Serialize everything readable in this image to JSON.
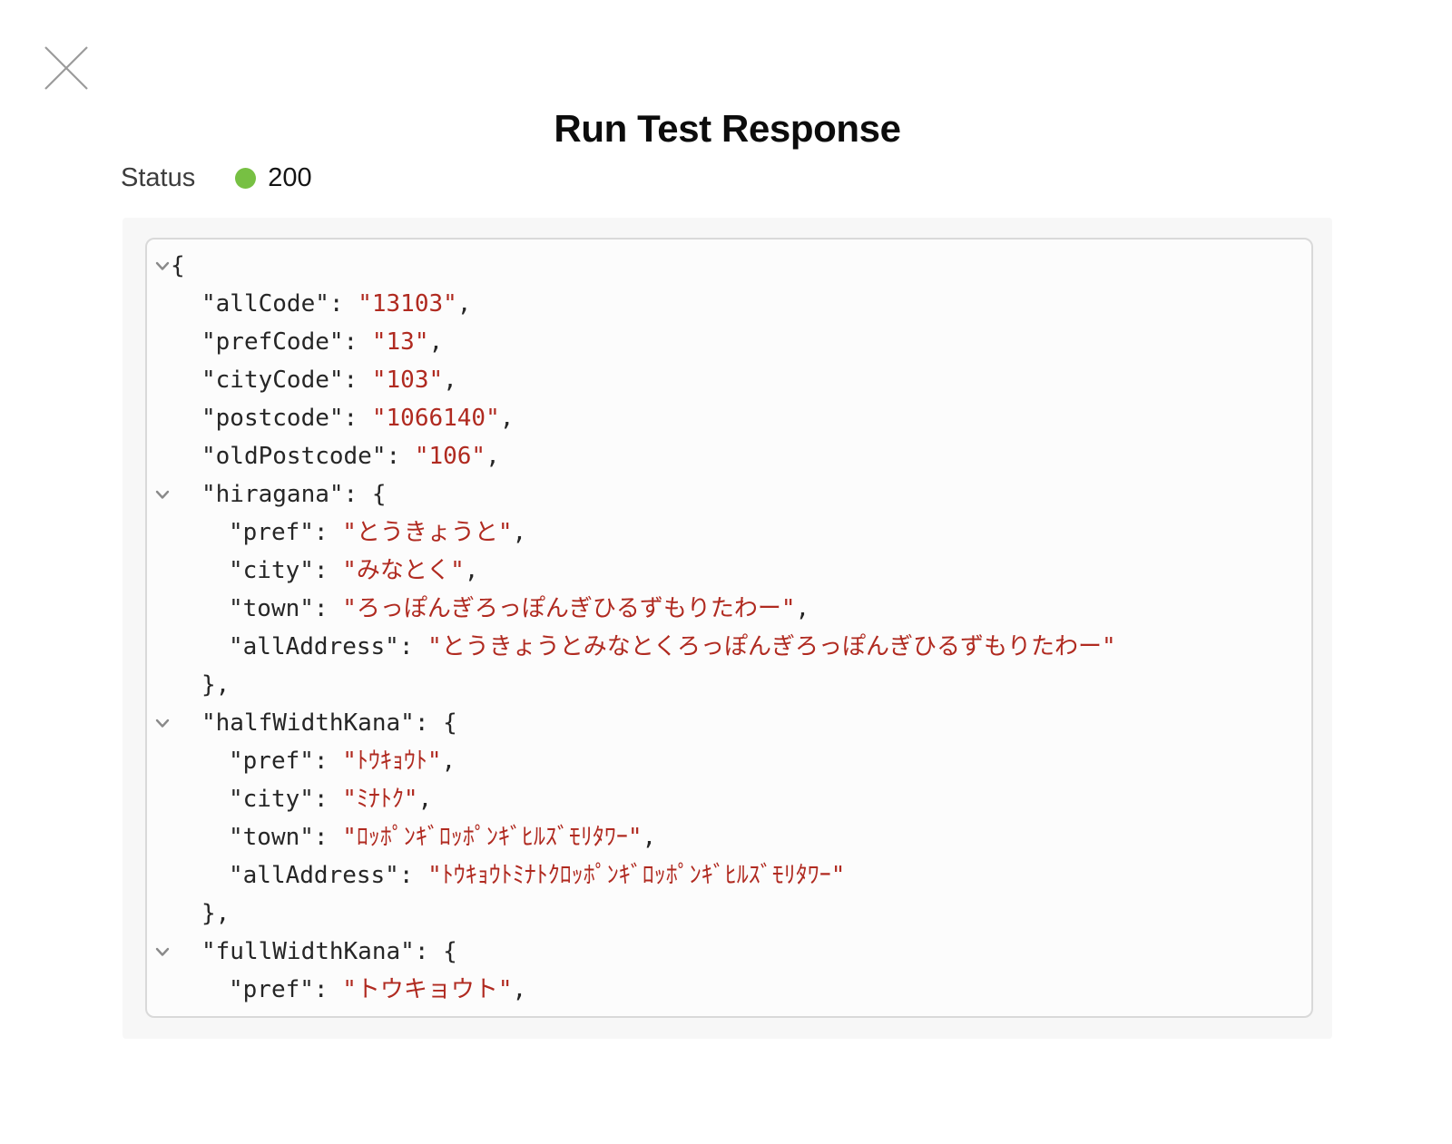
{
  "modal": {
    "title": "Run Test Response"
  },
  "status": {
    "label": "Status",
    "code": "200",
    "dot_color": "#77c043"
  },
  "colors": {
    "string_value": "#b02a20",
    "key_text": "#262626",
    "panel_border": "#d9d9d9",
    "outer_background": "#f7f7f7",
    "chevron": "#8a8a8a"
  },
  "response_viewer": {
    "lines": [
      {
        "indent": 0,
        "chevron": true,
        "segments": [
          {
            "type": "punct",
            "text": "{"
          }
        ]
      },
      {
        "indent": 1,
        "chevron": false,
        "segments": [
          {
            "type": "key",
            "text": "\"allCode\""
          },
          {
            "type": "punct",
            "text": ": "
          },
          {
            "type": "str",
            "text": "\"13103\""
          },
          {
            "type": "punct",
            "text": ","
          }
        ]
      },
      {
        "indent": 1,
        "chevron": false,
        "segments": [
          {
            "type": "key",
            "text": "\"prefCode\""
          },
          {
            "type": "punct",
            "text": ": "
          },
          {
            "type": "str",
            "text": "\"13\""
          },
          {
            "type": "punct",
            "text": ","
          }
        ]
      },
      {
        "indent": 1,
        "chevron": false,
        "segments": [
          {
            "type": "key",
            "text": "\"cityCode\""
          },
          {
            "type": "punct",
            "text": ": "
          },
          {
            "type": "str",
            "text": "\"103\""
          },
          {
            "type": "punct",
            "text": ","
          }
        ]
      },
      {
        "indent": 1,
        "chevron": false,
        "segments": [
          {
            "type": "key",
            "text": "\"postcode\""
          },
          {
            "type": "punct",
            "text": ": "
          },
          {
            "type": "str",
            "text": "\"1066140\""
          },
          {
            "type": "punct",
            "text": ","
          }
        ]
      },
      {
        "indent": 1,
        "chevron": false,
        "segments": [
          {
            "type": "key",
            "text": "\"oldPostcode\""
          },
          {
            "type": "punct",
            "text": ": "
          },
          {
            "type": "str",
            "text": "\"106\""
          },
          {
            "type": "punct",
            "text": ","
          }
        ]
      },
      {
        "indent": 1,
        "chevron": true,
        "segments": [
          {
            "type": "key",
            "text": "\"hiragana\""
          },
          {
            "type": "punct",
            "text": ": {"
          }
        ]
      },
      {
        "indent": 2,
        "chevron": false,
        "segments": [
          {
            "type": "key",
            "text": "\"pref\""
          },
          {
            "type": "punct",
            "text": ": "
          },
          {
            "type": "str",
            "text": "\"とうきょうと\""
          },
          {
            "type": "punct",
            "text": ","
          }
        ]
      },
      {
        "indent": 2,
        "chevron": false,
        "segments": [
          {
            "type": "key",
            "text": "\"city\""
          },
          {
            "type": "punct",
            "text": ": "
          },
          {
            "type": "str",
            "text": "\"みなとく\""
          },
          {
            "type": "punct",
            "text": ","
          }
        ]
      },
      {
        "indent": 2,
        "chevron": false,
        "segments": [
          {
            "type": "key",
            "text": "\"town\""
          },
          {
            "type": "punct",
            "text": ": "
          },
          {
            "type": "str",
            "text": "\"ろっぽんぎろっぽんぎひるずもりたわー\""
          },
          {
            "type": "punct",
            "text": ","
          }
        ]
      },
      {
        "indent": 2,
        "chevron": false,
        "segments": [
          {
            "type": "key",
            "text": "\"allAddress\""
          },
          {
            "type": "punct",
            "text": ": "
          },
          {
            "type": "str",
            "text": "\"とうきょうとみなとくろっぽんぎろっぽんぎひるずもりたわー\""
          }
        ]
      },
      {
        "indent": 1,
        "chevron": false,
        "segments": [
          {
            "type": "punct",
            "text": "},"
          }
        ]
      },
      {
        "indent": 1,
        "chevron": true,
        "segments": [
          {
            "type": "key",
            "text": "\"halfWidthKana\""
          },
          {
            "type": "punct",
            "text": ": {"
          }
        ]
      },
      {
        "indent": 2,
        "chevron": false,
        "segments": [
          {
            "type": "key",
            "text": "\"pref\""
          },
          {
            "type": "punct",
            "text": ": "
          },
          {
            "type": "str",
            "text": "\"ﾄｳｷｮｳﾄ\""
          },
          {
            "type": "punct",
            "text": ","
          }
        ]
      },
      {
        "indent": 2,
        "chevron": false,
        "segments": [
          {
            "type": "key",
            "text": "\"city\""
          },
          {
            "type": "punct",
            "text": ": "
          },
          {
            "type": "str",
            "text": "\"ﾐﾅﾄｸ\""
          },
          {
            "type": "punct",
            "text": ","
          }
        ]
      },
      {
        "indent": 2,
        "chevron": false,
        "segments": [
          {
            "type": "key",
            "text": "\"town\""
          },
          {
            "type": "punct",
            "text": ": "
          },
          {
            "type": "str",
            "text": "\"ﾛｯﾎﾟﾝｷﾞﾛｯﾎﾟﾝｷﾞﾋﾙｽﾞﾓﾘﾀﾜｰ\""
          },
          {
            "type": "punct",
            "text": ","
          }
        ]
      },
      {
        "indent": 2,
        "chevron": false,
        "segments": [
          {
            "type": "key",
            "text": "\"allAddress\""
          },
          {
            "type": "punct",
            "text": ": "
          },
          {
            "type": "str",
            "text": "\"ﾄｳｷｮｳﾄﾐﾅﾄｸﾛｯﾎﾟﾝｷﾞﾛｯﾎﾟﾝｷﾞﾋﾙｽﾞﾓﾘﾀﾜｰ\""
          }
        ]
      },
      {
        "indent": 1,
        "chevron": false,
        "segments": [
          {
            "type": "punct",
            "text": "},"
          }
        ]
      },
      {
        "indent": 1,
        "chevron": true,
        "segments": [
          {
            "type": "key",
            "text": "\"fullWidthKana\""
          },
          {
            "type": "punct",
            "text": ": {"
          }
        ]
      },
      {
        "indent": 2,
        "chevron": false,
        "segments": [
          {
            "type": "key",
            "text": "\"pref\""
          },
          {
            "type": "punct",
            "text": ": "
          },
          {
            "type": "str",
            "text": "\"トウキョウト\""
          },
          {
            "type": "punct",
            "text": ","
          }
        ]
      }
    ]
  }
}
